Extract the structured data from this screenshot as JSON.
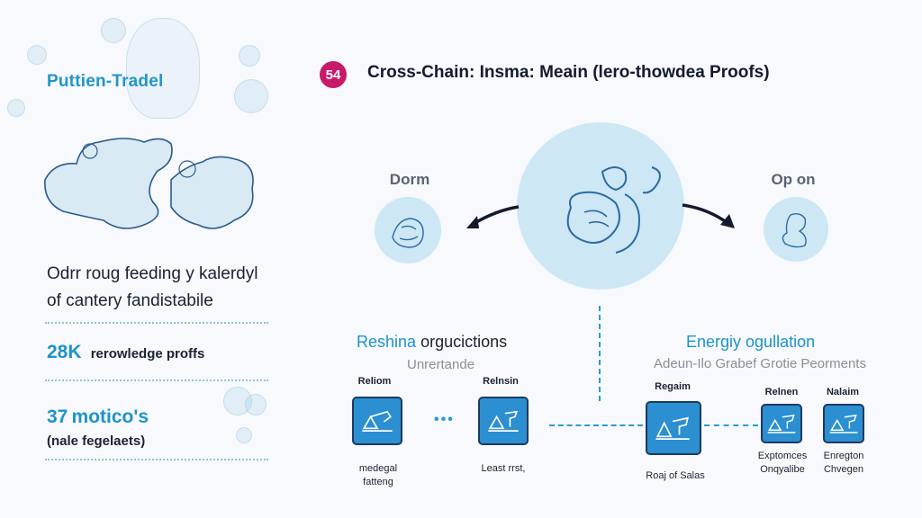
{
  "left_panel": {
    "brand": "Puttien-Tradel",
    "intro_line1": "Odrr roug feeding y kalerdyl",
    "intro_line2": "of cantery fandistabile",
    "stats": [
      {
        "value": "28K",
        "label": "rerowledge proffs"
      },
      {
        "value": "37",
        "label": "motico's",
        "sub": "(nale fegelaets)"
      }
    ]
  },
  "header": {
    "badge": "54",
    "title": "Cross-Chain: Insma: Meain (lero-thowdea Proofs)"
  },
  "flow": {
    "left_node": {
      "label": "Dorm",
      "icon": "sketch-figure-icon"
    },
    "center_node": {
      "icon": "sketch-figure-icon"
    },
    "right_node": {
      "label": "Op on",
      "icon": "sketch-figure-icon"
    },
    "arrows": [
      "arrow-left",
      "arrow-right"
    ]
  },
  "sections": [
    {
      "title_highlight": "Reshina",
      "title_rest": "orgucictions",
      "subtitle": "Unrertande",
      "cards": [
        {
          "label": "Reliom",
          "caption1": "medegal",
          "caption2": "fatteng"
        },
        {
          "label": "Relnsin",
          "caption1": "Least rrst,",
          "caption2": ""
        }
      ]
    },
    {
      "title_highlight": "Energiy ogullation",
      "title_rest": "",
      "subtitle": "Adeun-Ilo Grabef Grotie Peorments",
      "cards": [
        {
          "label": "Regaim",
          "caption1": "Roaj of Salas",
          "caption2": ""
        },
        {
          "label": "Relnen",
          "caption1": "Exptomces",
          "caption2": "Onqyalibe"
        },
        {
          "label": "Nalaim",
          "caption1": "Enregton",
          "caption2": "Chvegen"
        }
      ]
    }
  ],
  "colors": {
    "accent": "#1d93c8",
    "badge": "#c8196a",
    "card": "#2b8fd1",
    "circle": "#cde8f4",
    "background": "#f7f9fc"
  }
}
